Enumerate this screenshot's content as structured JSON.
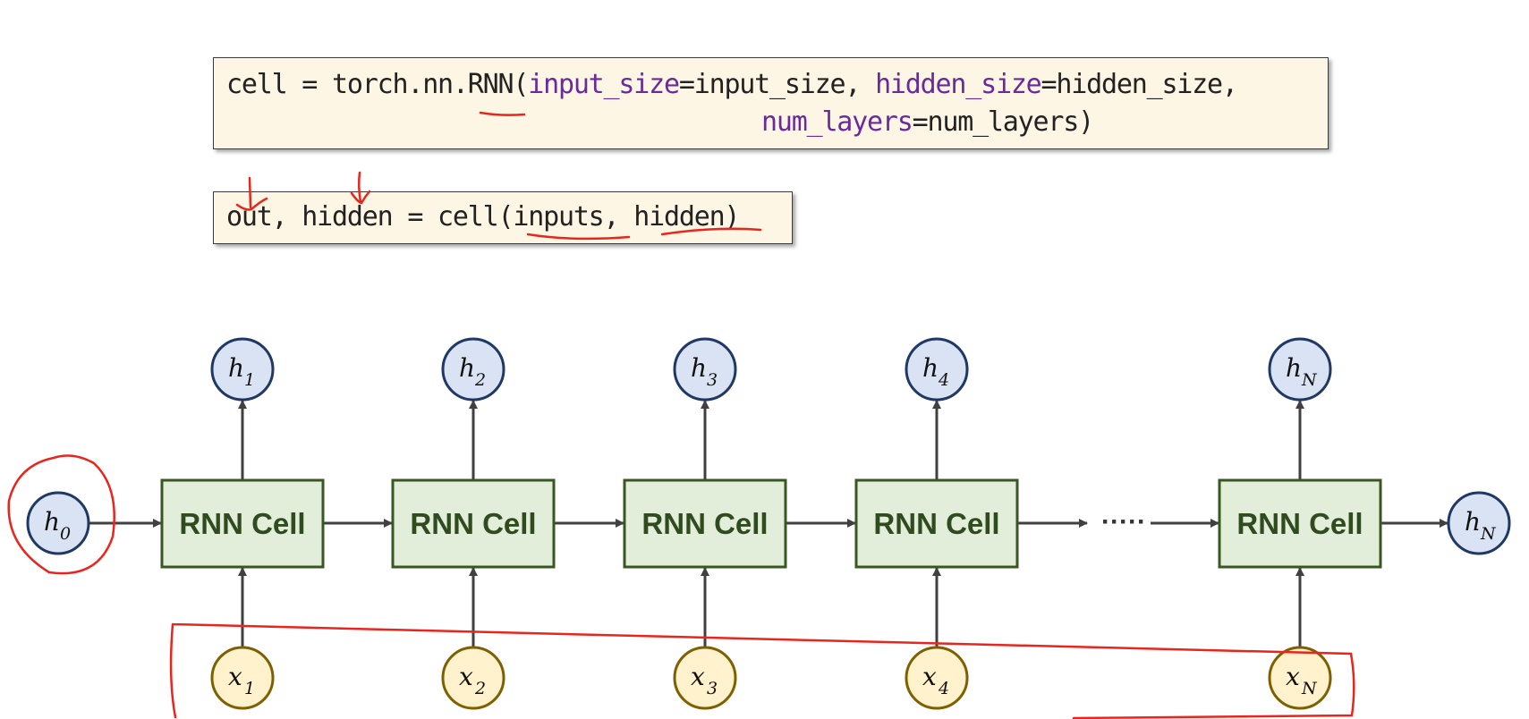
{
  "code_line1": [
    {
      "text": "cell = torch.nn.RNN(",
      "kind": "plain"
    },
    {
      "text": "input_size",
      "kind": "kw"
    },
    {
      "text": "=input_size, ",
      "kind": "plain"
    },
    {
      "text": "hidden_size",
      "kind": "kw"
    },
    {
      "text": "=hidden_size,",
      "kind": "plain"
    }
  ],
  "code_line2": [
    {
      "text": "num_layers",
      "kind": "kw"
    },
    {
      "text": "=num_layers)",
      "kind": "plain"
    }
  ],
  "code_line3": [
    {
      "text": "out, hidden = cell(inputs, hidden)",
      "kind": "plain"
    }
  ],
  "diagram": {
    "cell_label": "RNN Cell",
    "ellipsis": "·····",
    "initial_hidden": {
      "base": "h",
      "sub": "0"
    },
    "final_hidden": {
      "base": "h",
      "sub": "N"
    },
    "steps": [
      {
        "output": {
          "base": "h",
          "sub": "1"
        },
        "input": {
          "base": "x",
          "sub": "1"
        }
      },
      {
        "output": {
          "base": "h",
          "sub": "2"
        },
        "input": {
          "base": "x",
          "sub": "2"
        }
      },
      {
        "output": {
          "base": "h",
          "sub": "3"
        },
        "input": {
          "base": "x",
          "sub": "3"
        }
      },
      {
        "output": {
          "base": "h",
          "sub": "4"
        },
        "input": {
          "base": "x",
          "sub": "4"
        }
      },
      {
        "output": {
          "base": "h",
          "sub": "N"
        },
        "input": {
          "base": "x",
          "sub": "N"
        }
      }
    ]
  },
  "colors": {
    "cell_fill": "#e2eed9",
    "cell_stroke": "#385723",
    "hidden_fill": "#dae3f3",
    "hidden_stroke": "#203864",
    "input_fill": "#fff2cc",
    "input_stroke": "#7f6000",
    "arrow": "#404040",
    "annotation": "#e8261e"
  }
}
